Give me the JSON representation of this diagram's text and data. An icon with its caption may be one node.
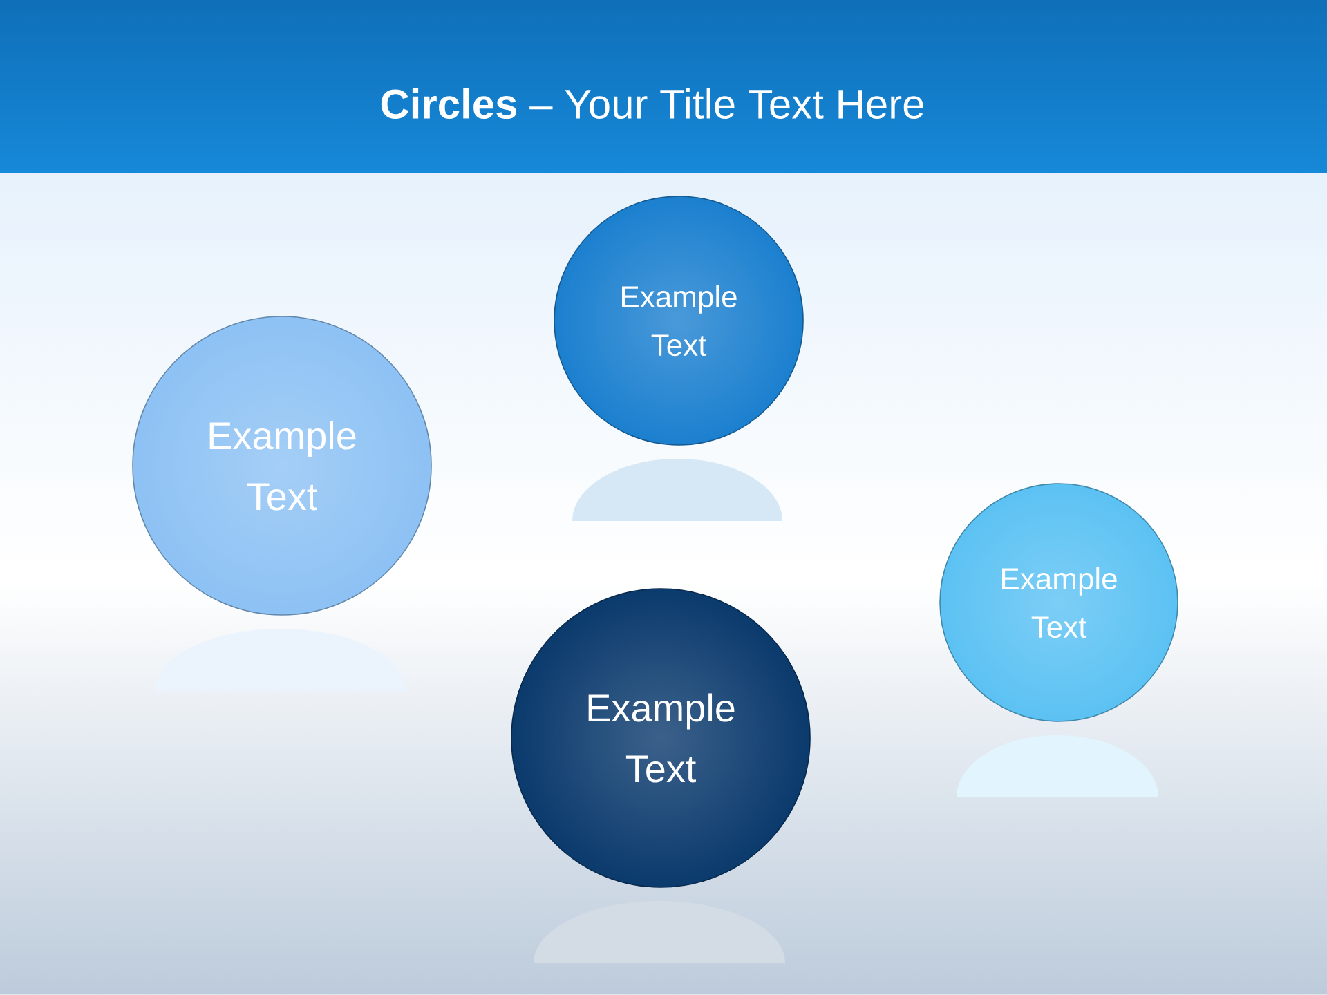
{
  "diagram": {
    "title": "**Circles** – Your Title Text Here",
    "nodes": [
      {
        "text": [
          "Example Text"
        ]
      },
      {
        "text": [
          "Example Text"
        ]
      },
      {
        "text": [
          "Example Text"
        ]
      },
      {
        "text": [
          "Example Text"
        ]
      }
    ]
  }
}
